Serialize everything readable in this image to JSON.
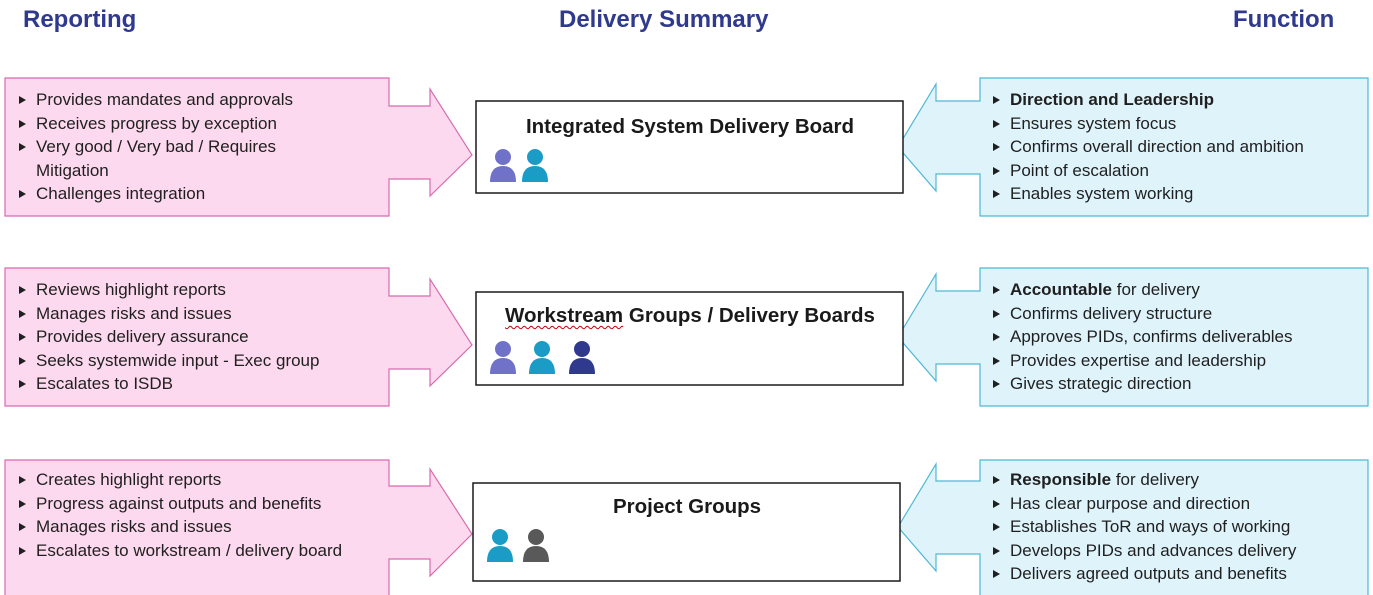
{
  "headings": {
    "reporting": "Reporting",
    "delivery_summary": "Delivery Summary",
    "function": "Function"
  },
  "colors": {
    "heading": "#2f3a8f",
    "reporting_fill": "#fcd9ee",
    "reporting_border": "#d86bb0",
    "function_fill": "#dff3fb",
    "function_border": "#4fb7d6",
    "person_purple": "#6f72c8",
    "person_cyan": "#1a9cc7",
    "person_navy": "#2f3a8f",
    "person_grey": "#595959"
  },
  "rows": [
    {
      "board": {
        "title": "Integrated System Delivery Board",
        "people": [
          "person_purple",
          "person_cyan"
        ]
      },
      "reporting": [
        "Provides mandates and approvals",
        "Receives progress by exception",
        "Very good / Very bad / Requires Mitigation",
        "Challenges integration"
      ],
      "function": [
        {
          "bold": "Direction and Leadership",
          "text": ""
        },
        {
          "bold": "",
          "text": "Ensures system focus"
        },
        {
          "bold": "",
          "text": "Confirms overall direction and ambition"
        },
        {
          "bold": "",
          "text": "Point of escalation"
        },
        {
          "bold": "",
          "text": "Enables system working"
        }
      ]
    },
    {
      "board": {
        "title_part1": "Workstream",
        "title_part2": " Groups / Delivery Boards",
        "people": [
          "person_purple",
          "person_cyan",
          "person_navy"
        ]
      },
      "reporting": [
        "Reviews highlight reports",
        "Manages risks and issues",
        "Provides delivery assurance",
        "Seeks systemwide input - Exec group",
        "Escalates to ISDB"
      ],
      "function": [
        {
          "bold": "Accountable",
          "text": " for delivery"
        },
        {
          "bold": "",
          "text": "Confirms delivery structure"
        },
        {
          "bold": "",
          "text": "Approves PIDs, confirms deliverables"
        },
        {
          "bold": "",
          "text": "Provides expertise and leadership"
        },
        {
          "bold": "",
          "text": "Gives strategic direction"
        }
      ]
    },
    {
      "board": {
        "title": "Project Groups",
        "people": [
          "person_cyan",
          "person_grey"
        ]
      },
      "reporting": [
        "Creates highlight reports",
        "Progress against outputs and benefits",
        "Manages risks and issues",
        "Escalates to workstream / delivery board"
      ],
      "function": [
        {
          "bold": "Responsible",
          "text": " for delivery"
        },
        {
          "bold": "",
          "text": "Has clear purpose and direction"
        },
        {
          "bold": "",
          "text": "Establishes ToR and ways of working"
        },
        {
          "bold": "",
          "text": "Develops PIDs and advances delivery"
        },
        {
          "bold": "",
          "text": "Delivers agreed outputs and benefits"
        }
      ]
    }
  ]
}
